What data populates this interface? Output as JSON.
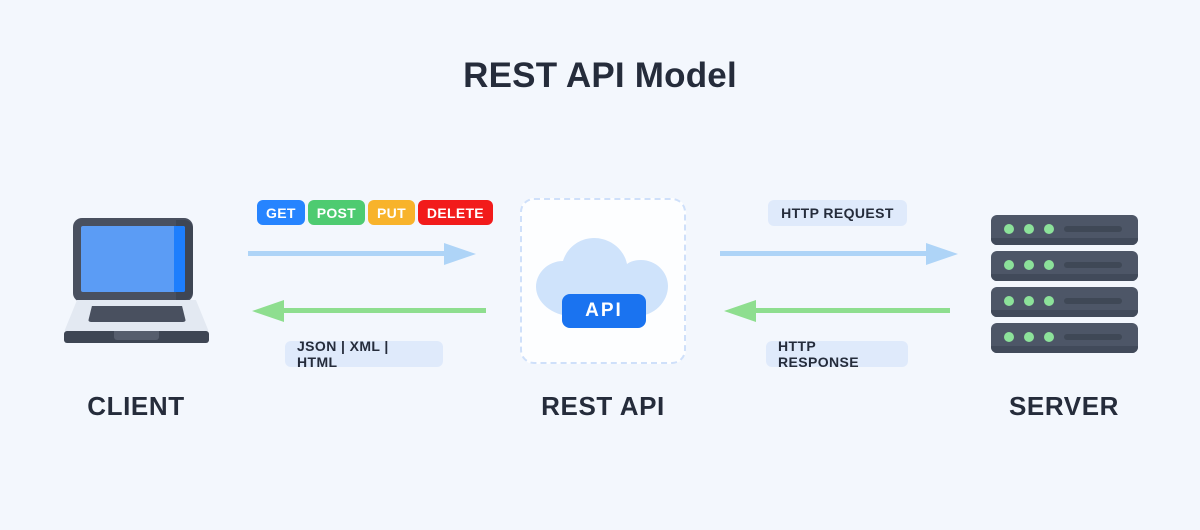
{
  "page": {
    "title": "REST API Model",
    "background_color": "#f3f7fd",
    "text_color": "#252c3b"
  },
  "nodes": {
    "client": {
      "label": "CLIENT",
      "icon": "laptop-icon"
    },
    "restapi": {
      "label": "REST API",
      "icon": "cloud-icon",
      "badge": "API",
      "badge_color": "#1a73f0"
    },
    "server": {
      "label": "SERVER",
      "icon": "server-rack-icon",
      "racks": 4,
      "leds_per_rack": 3,
      "led_color": "#8ce29a"
    }
  },
  "methods": [
    {
      "label": "GET",
      "color": "#2684ff"
    },
    {
      "label": "POST",
      "color": "#4ecb71"
    },
    {
      "label": "PUT",
      "color": "#f8b32b"
    },
    {
      "label": "DELETE",
      "color": "#f21b1b"
    }
  ],
  "pills": {
    "formats": "JSON  |  XML  |  HTML",
    "http_request": "HTTP REQUEST",
    "http_response": "HTTP RESPONSE"
  },
  "arrows": [
    {
      "name": "client-to-api",
      "direction": "right",
      "color": "#aed4f7"
    },
    {
      "name": "api-to-client",
      "direction": "left",
      "color": "#8ede8f"
    },
    {
      "name": "api-to-server",
      "direction": "right",
      "color": "#aed4f7"
    },
    {
      "name": "server-to-api",
      "direction": "left",
      "color": "#8ede8f"
    }
  ]
}
